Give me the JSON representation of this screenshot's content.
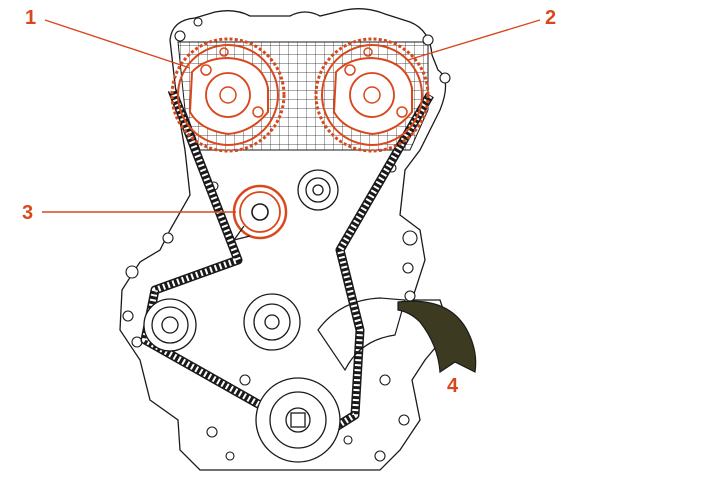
{
  "diagram": {
    "colors": {
      "accent": "#d9481c",
      "line": "#1a1a1a",
      "tool_fill": "#3d3a22",
      "background": "#ffffff"
    },
    "callouts": [
      {
        "label": "1"
      },
      {
        "label": "2"
      },
      {
        "label": "3"
      },
      {
        "label": "4"
      }
    ]
  }
}
